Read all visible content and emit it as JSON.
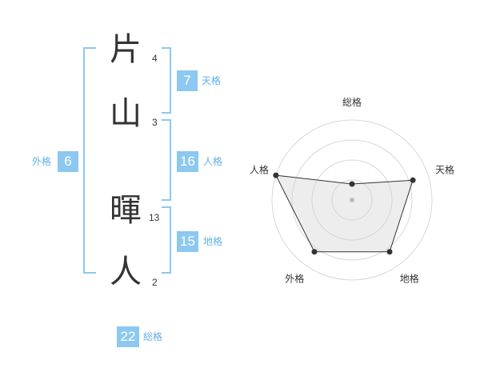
{
  "name_chars": [
    {
      "char": "片",
      "strokes": "4"
    },
    {
      "char": "山",
      "strokes": "3"
    },
    {
      "char": "暉",
      "strokes": "13"
    },
    {
      "char": "人",
      "strokes": "2"
    }
  ],
  "kakusu": {
    "tenkaku": {
      "value": "7",
      "label": "天格"
    },
    "jinkaku": {
      "value": "16",
      "label": "人格"
    },
    "chikaku": {
      "value": "15",
      "label": "地格"
    },
    "gaikaku": {
      "value": "6",
      "label": "外格"
    },
    "soukaku": {
      "value": "22",
      "label": "総格"
    }
  },
  "colors": {
    "accent": "#8cc8f0",
    "text": "#333333"
  },
  "chart_data": {
    "type": "radar",
    "axes": [
      "総格",
      "天格",
      "地格",
      "外格",
      "人格"
    ],
    "values": [
      0.2,
      0.8,
      0.8,
      0.8,
      1.0
    ],
    "max": 1.0,
    "rings": 4
  }
}
